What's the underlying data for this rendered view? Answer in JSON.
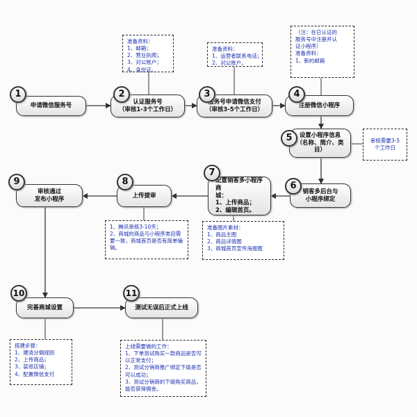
{
  "steps": [
    {
      "num": "1",
      "lines": [
        "申请微信服务号"
      ]
    },
    {
      "num": "2",
      "lines": [
        "认证服务号",
        "（审核1-3个工作日）"
      ]
    },
    {
      "num": "3",
      "lines": [
        "服务号申请微信支付",
        "（审核3-5个工作日）"
      ]
    },
    {
      "num": "4",
      "lines": [
        "注册微信小程序"
      ]
    },
    {
      "num": "5",
      "lines": [
        "设置小程序信息",
        "（名称、简介、类",
        "目）"
      ]
    },
    {
      "num": "6",
      "lines": [
        "销客多后台与",
        "小程序绑定"
      ]
    },
    {
      "num": "7",
      "lines": [
        "配置销客多小程序商",
        "城：",
        "1、上传商品；",
        "2、编辑首页。"
      ]
    },
    {
      "num": "8",
      "lines": [
        "上传提审"
      ]
    },
    {
      "num": "9",
      "lines": [
        "审核通过",
        "发布小程序"
      ]
    },
    {
      "num": "10",
      "lines": [
        "完善商城设置"
      ]
    },
    {
      "num": "11",
      "lines": [
        "测试无误后正式上线"
      ]
    }
  ],
  "notes": {
    "n2": [
      "准备资料：",
      "1、邮箱；",
      "2、营业执照；",
      "3、对公账户；",
      "4、身份证。"
    ],
    "n3": [
      "准备资料：",
      "1、运营者联系电话；",
      "2、对公账户。"
    ],
    "n4": [
      "（注：在已认证的",
      "服务号中注册并认",
      "证小程序）",
      "准备资料：",
      "1、新的邮箱"
    ],
    "n5": [
      "审核需要3-5",
      "个工作日"
    ],
    "n7": [
      "准备图片素材：",
      "1、商品主图",
      "2、商品详情图",
      "3、商城首页宣传海报图"
    ],
    "n8": [
      "1、腾讯审核3-10天；",
      "2、商城的商品与小程序类目需要一致，商城首页是否有简单编辑。"
    ],
    "n10": [
      "搭建步骤：",
      "1、建清分佣规则",
      "2、上传商品；",
      "3、装修店铺；",
      "4、配置微信支付"
    ],
    "n11": [
      "上线需要做的工作：",
      "1、下单测试购买一款商品是否可以正常支付；",
      "2、测试分销商推广绑定下级是否可以成功；",
      "3、测试分销商的下级购买商品，能否获得佣金。"
    ]
  }
}
